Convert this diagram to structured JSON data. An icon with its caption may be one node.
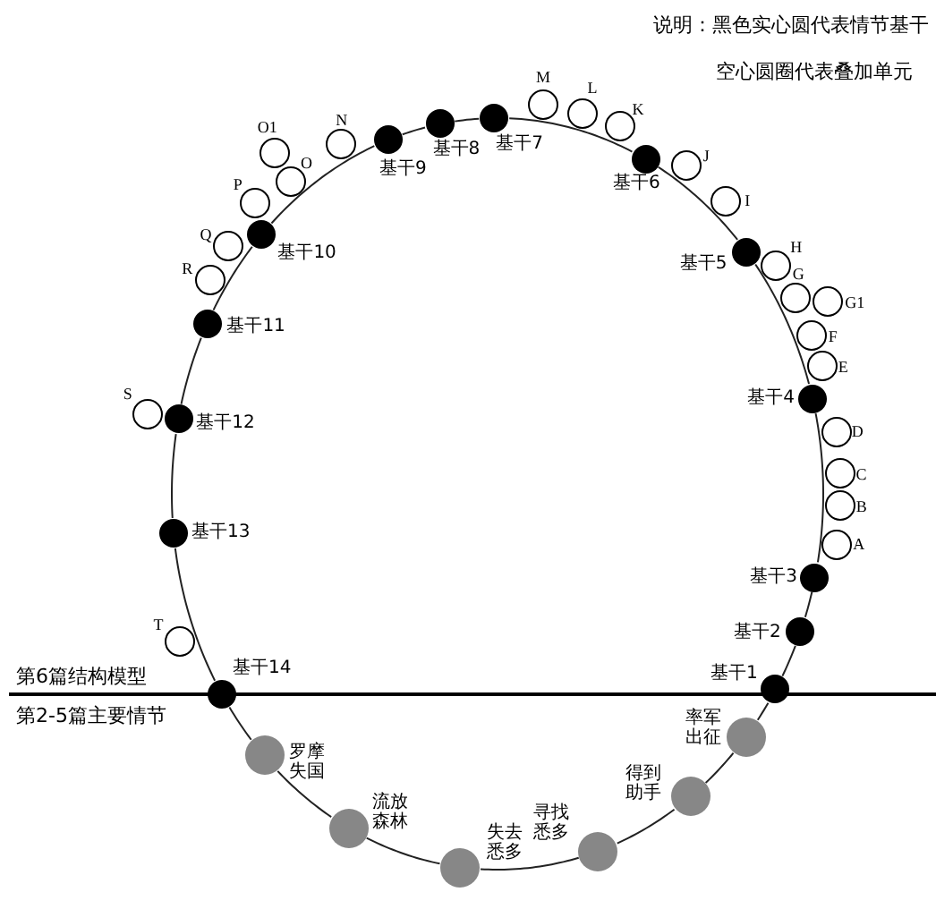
{
  "diagram": {
    "nodes": [
      {
        "text": [],
        "shape": "circle",
        "beside": [
          "基干1"
        ]
      },
      {
        "text": [],
        "shape": "circle",
        "beside": [
          "基干2"
        ]
      },
      {
        "text": [],
        "shape": "circle",
        "beside": [
          "基干3"
        ]
      },
      {
        "text": [],
        "shape": "circle",
        "beside": [
          "基干4"
        ]
      },
      {
        "text": [],
        "shape": "circle",
        "beside": [
          "基干5"
        ]
      },
      {
        "text": [],
        "shape": "circle",
        "beside": [
          "基干6"
        ]
      },
      {
        "text": [],
        "shape": "circle",
        "beside": [
          "基干7"
        ]
      },
      {
        "text": [],
        "shape": "circle",
        "beside": [
          "基干8"
        ]
      },
      {
        "text": [],
        "shape": "circle",
        "beside": [
          "基干9"
        ]
      },
      {
        "text": [],
        "shape": "circle",
        "beside": [
          "基干10"
        ]
      },
      {
        "text": [],
        "shape": "circle",
        "beside": [
          "基干11"
        ]
      },
      {
        "text": [],
        "shape": "circle",
        "beside": [
          "基干12"
        ]
      },
      {
        "text": [],
        "shape": "circle",
        "beside": [
          "基干13"
        ]
      },
      {
        "text": [],
        "shape": "circle",
        "beside": [
          "基干14"
        ]
      },
      {
        "text": [],
        "shape": "circle",
        "beside": [
          "罗摩失国"
        ]
      },
      {
        "text": [],
        "shape": "circle",
        "beside": [
          "流放森林"
        ]
      },
      {
        "text": [],
        "shape": "circle",
        "beside": [
          "失去悉多"
        ]
      },
      {
        "text": [],
        "shape": "circle",
        "beside": [
          "寻找悉多"
        ]
      },
      {
        "text": [],
        "shape": "circle",
        "beside": [
          "得到助手"
        ]
      },
      {
        "text": [],
        "shape": "circle",
        "beside": [
          "率军出征"
        ]
      },
      {
        "text": [],
        "shape": "circle",
        "beside": [
          "A"
        ]
      },
      {
        "text": [],
        "shape": "circle",
        "beside": [
          "B"
        ]
      },
      {
        "text": [],
        "shape": "circle",
        "beside": [
          "C"
        ]
      },
      {
        "text": [],
        "shape": "circle",
        "beside": [
          "D"
        ]
      },
      {
        "text": [],
        "shape": "circle",
        "beside": [
          "E"
        ]
      },
      {
        "text": [],
        "shape": "circle",
        "beside": [
          "F"
        ]
      },
      {
        "text": [],
        "shape": "circle",
        "beside": [
          "G"
        ]
      },
      {
        "text": [],
        "shape": "circle",
        "beside": [
          "G1"
        ]
      },
      {
        "text": [],
        "shape": "circle",
        "beside": [
          "H"
        ]
      },
      {
        "text": [],
        "shape": "circle",
        "beside": [
          "I"
        ]
      },
      {
        "text": [],
        "shape": "circle",
        "beside": [
          "J"
        ]
      },
      {
        "text": [],
        "shape": "circle",
        "beside": [
          "K"
        ]
      },
      {
        "text": [],
        "shape": "circle",
        "beside": [
          "L"
        ]
      },
      {
        "text": [],
        "shape": "circle",
        "beside": [
          "M"
        ]
      },
      {
        "text": [],
        "shape": "circle",
        "beside": [
          "N"
        ]
      },
      {
        "text": [],
        "shape": "circle",
        "beside": [
          "O"
        ]
      },
      {
        "text": [],
        "shape": "circle",
        "beside": [
          "O1"
        ]
      },
      {
        "text": [],
        "shape": "circle",
        "beside": [
          "P"
        ]
      },
      {
        "text": [],
        "shape": "circle",
        "beside": [
          "Q"
        ]
      },
      {
        "text": [],
        "shape": "circle",
        "beside": [
          "R"
        ]
      },
      {
        "text": [],
        "shape": "circle",
        "beside": [
          "S"
        ]
      },
      {
        "text": [],
        "shape": "circle",
        "beside": [
          "T"
        ]
      }
    ],
    "edges": [
      {
        "from": 0,
        "to": 1,
        "arrow": "none"
      },
      {
        "from": 1,
        "to": 2,
        "arrow": "none"
      },
      {
        "from": 2,
        "to": 3,
        "arrow": "none"
      },
      {
        "from": 3,
        "to": 4,
        "arrow": "none"
      },
      {
        "from": 4,
        "to": 5,
        "arrow": "none"
      },
      {
        "from": 5,
        "to": 6,
        "arrow": "none"
      },
      {
        "from": 6,
        "to": 7,
        "arrow": "none"
      },
      {
        "from": 7,
        "to": 8,
        "arrow": "none"
      },
      {
        "from": 8,
        "to": 9,
        "arrow": "none"
      },
      {
        "from": 9,
        "to": 10,
        "arrow": "none"
      },
      {
        "from": 10,
        "to": 11,
        "arrow": "none"
      },
      {
        "from": 11,
        "to": 12,
        "arrow": "none"
      },
      {
        "from": 12,
        "to": 13,
        "arrow": "none"
      },
      {
        "from": 13,
        "to": 14,
        "arrow": "none"
      },
      {
        "from": 14,
        "to": 15,
        "arrow": "none"
      },
      {
        "from": 15,
        "to": 16,
        "arrow": "none"
      },
      {
        "from": 16,
        "to": 17,
        "arrow": "none"
      },
      {
        "from": 17,
        "to": 18,
        "arrow": "none"
      },
      {
        "from": 18,
        "to": 19,
        "arrow": "none"
      },
      {
        "from": 19,
        "to": 0,
        "arrow": "none"
      }
    ],
    "labels": [
      "说明：黑色实心圆代表情节基干",
      "空心圆圈代表叠加单元",
      "第6篇结构模型",
      "第2-5篇主要情节"
    ]
  }
}
